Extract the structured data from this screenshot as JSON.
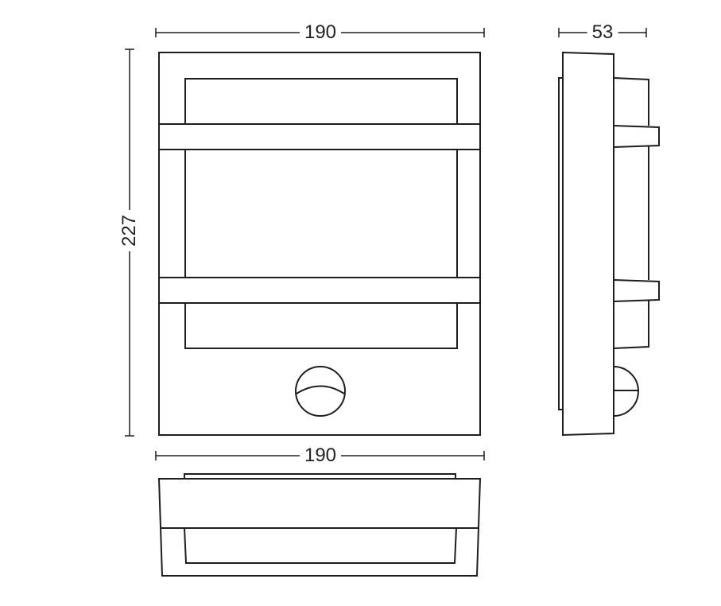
{
  "dimensions": {
    "front_width": "190",
    "side_depth": "53",
    "height": "227",
    "bottom_width": "190"
  }
}
